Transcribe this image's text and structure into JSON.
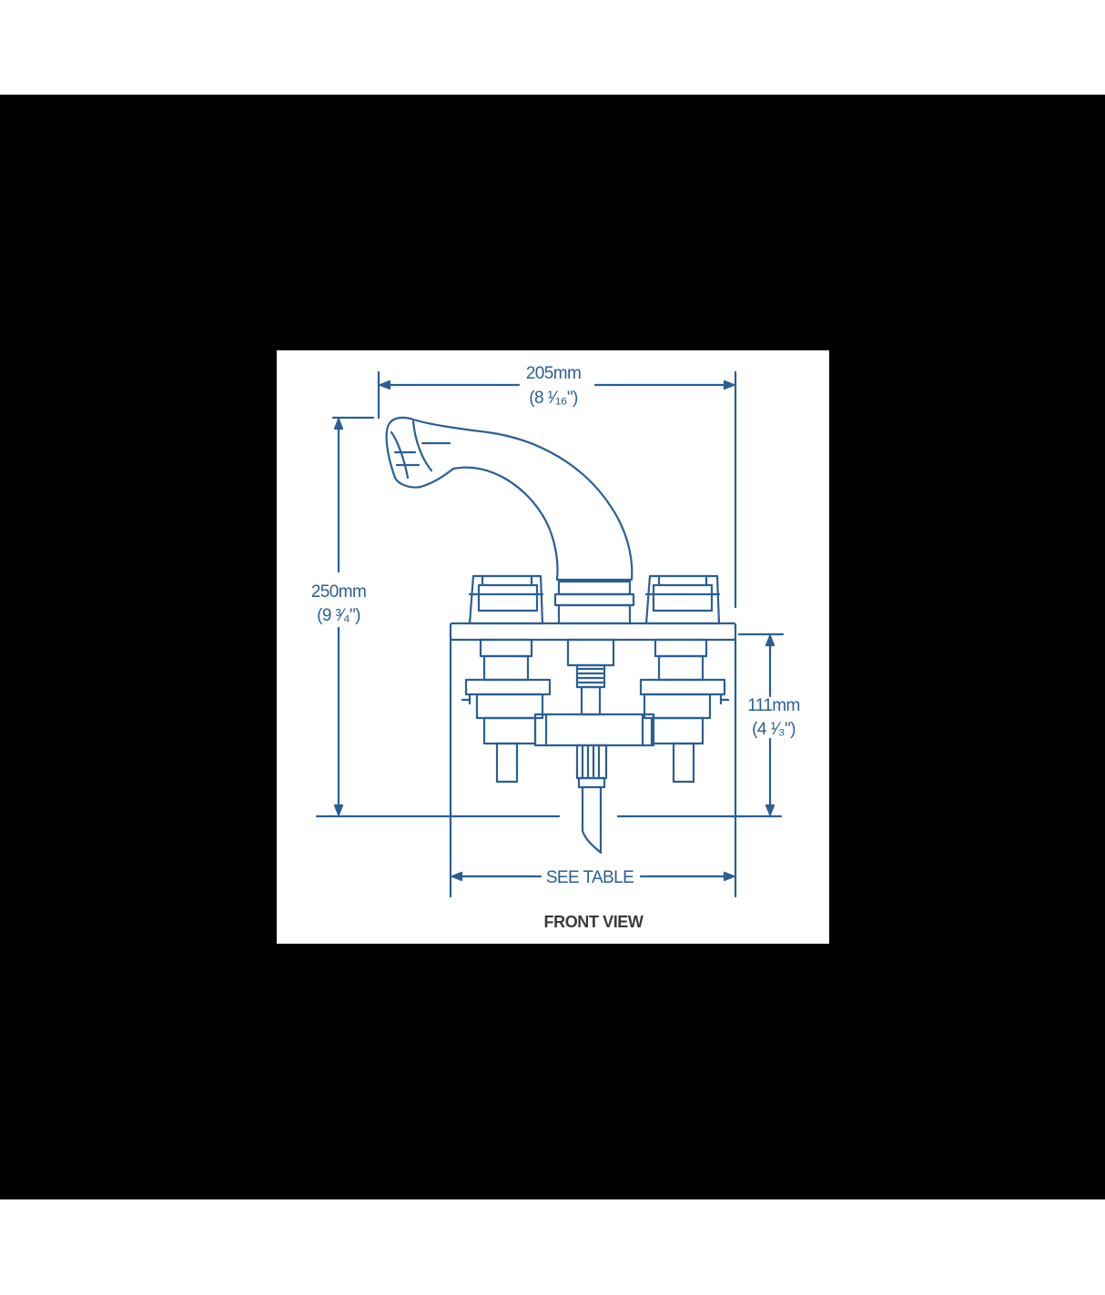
{
  "diagram": {
    "colors": {
      "line": "#2b5f95",
      "caption": "#3b3b3b",
      "frame": "#000000",
      "paper": "#ffffff"
    },
    "dimensions": {
      "width_mm": "205mm",
      "width_in": "(8 ¹⁄₁₆\")",
      "height_mm": "250mm",
      "height_in": "(9 ³⁄₄\")",
      "depth_mm": "111mm",
      "depth_in": "(4 ¹⁄₃\")",
      "base_width": "SEE TABLE"
    },
    "caption": "FRONT VIEW"
  }
}
